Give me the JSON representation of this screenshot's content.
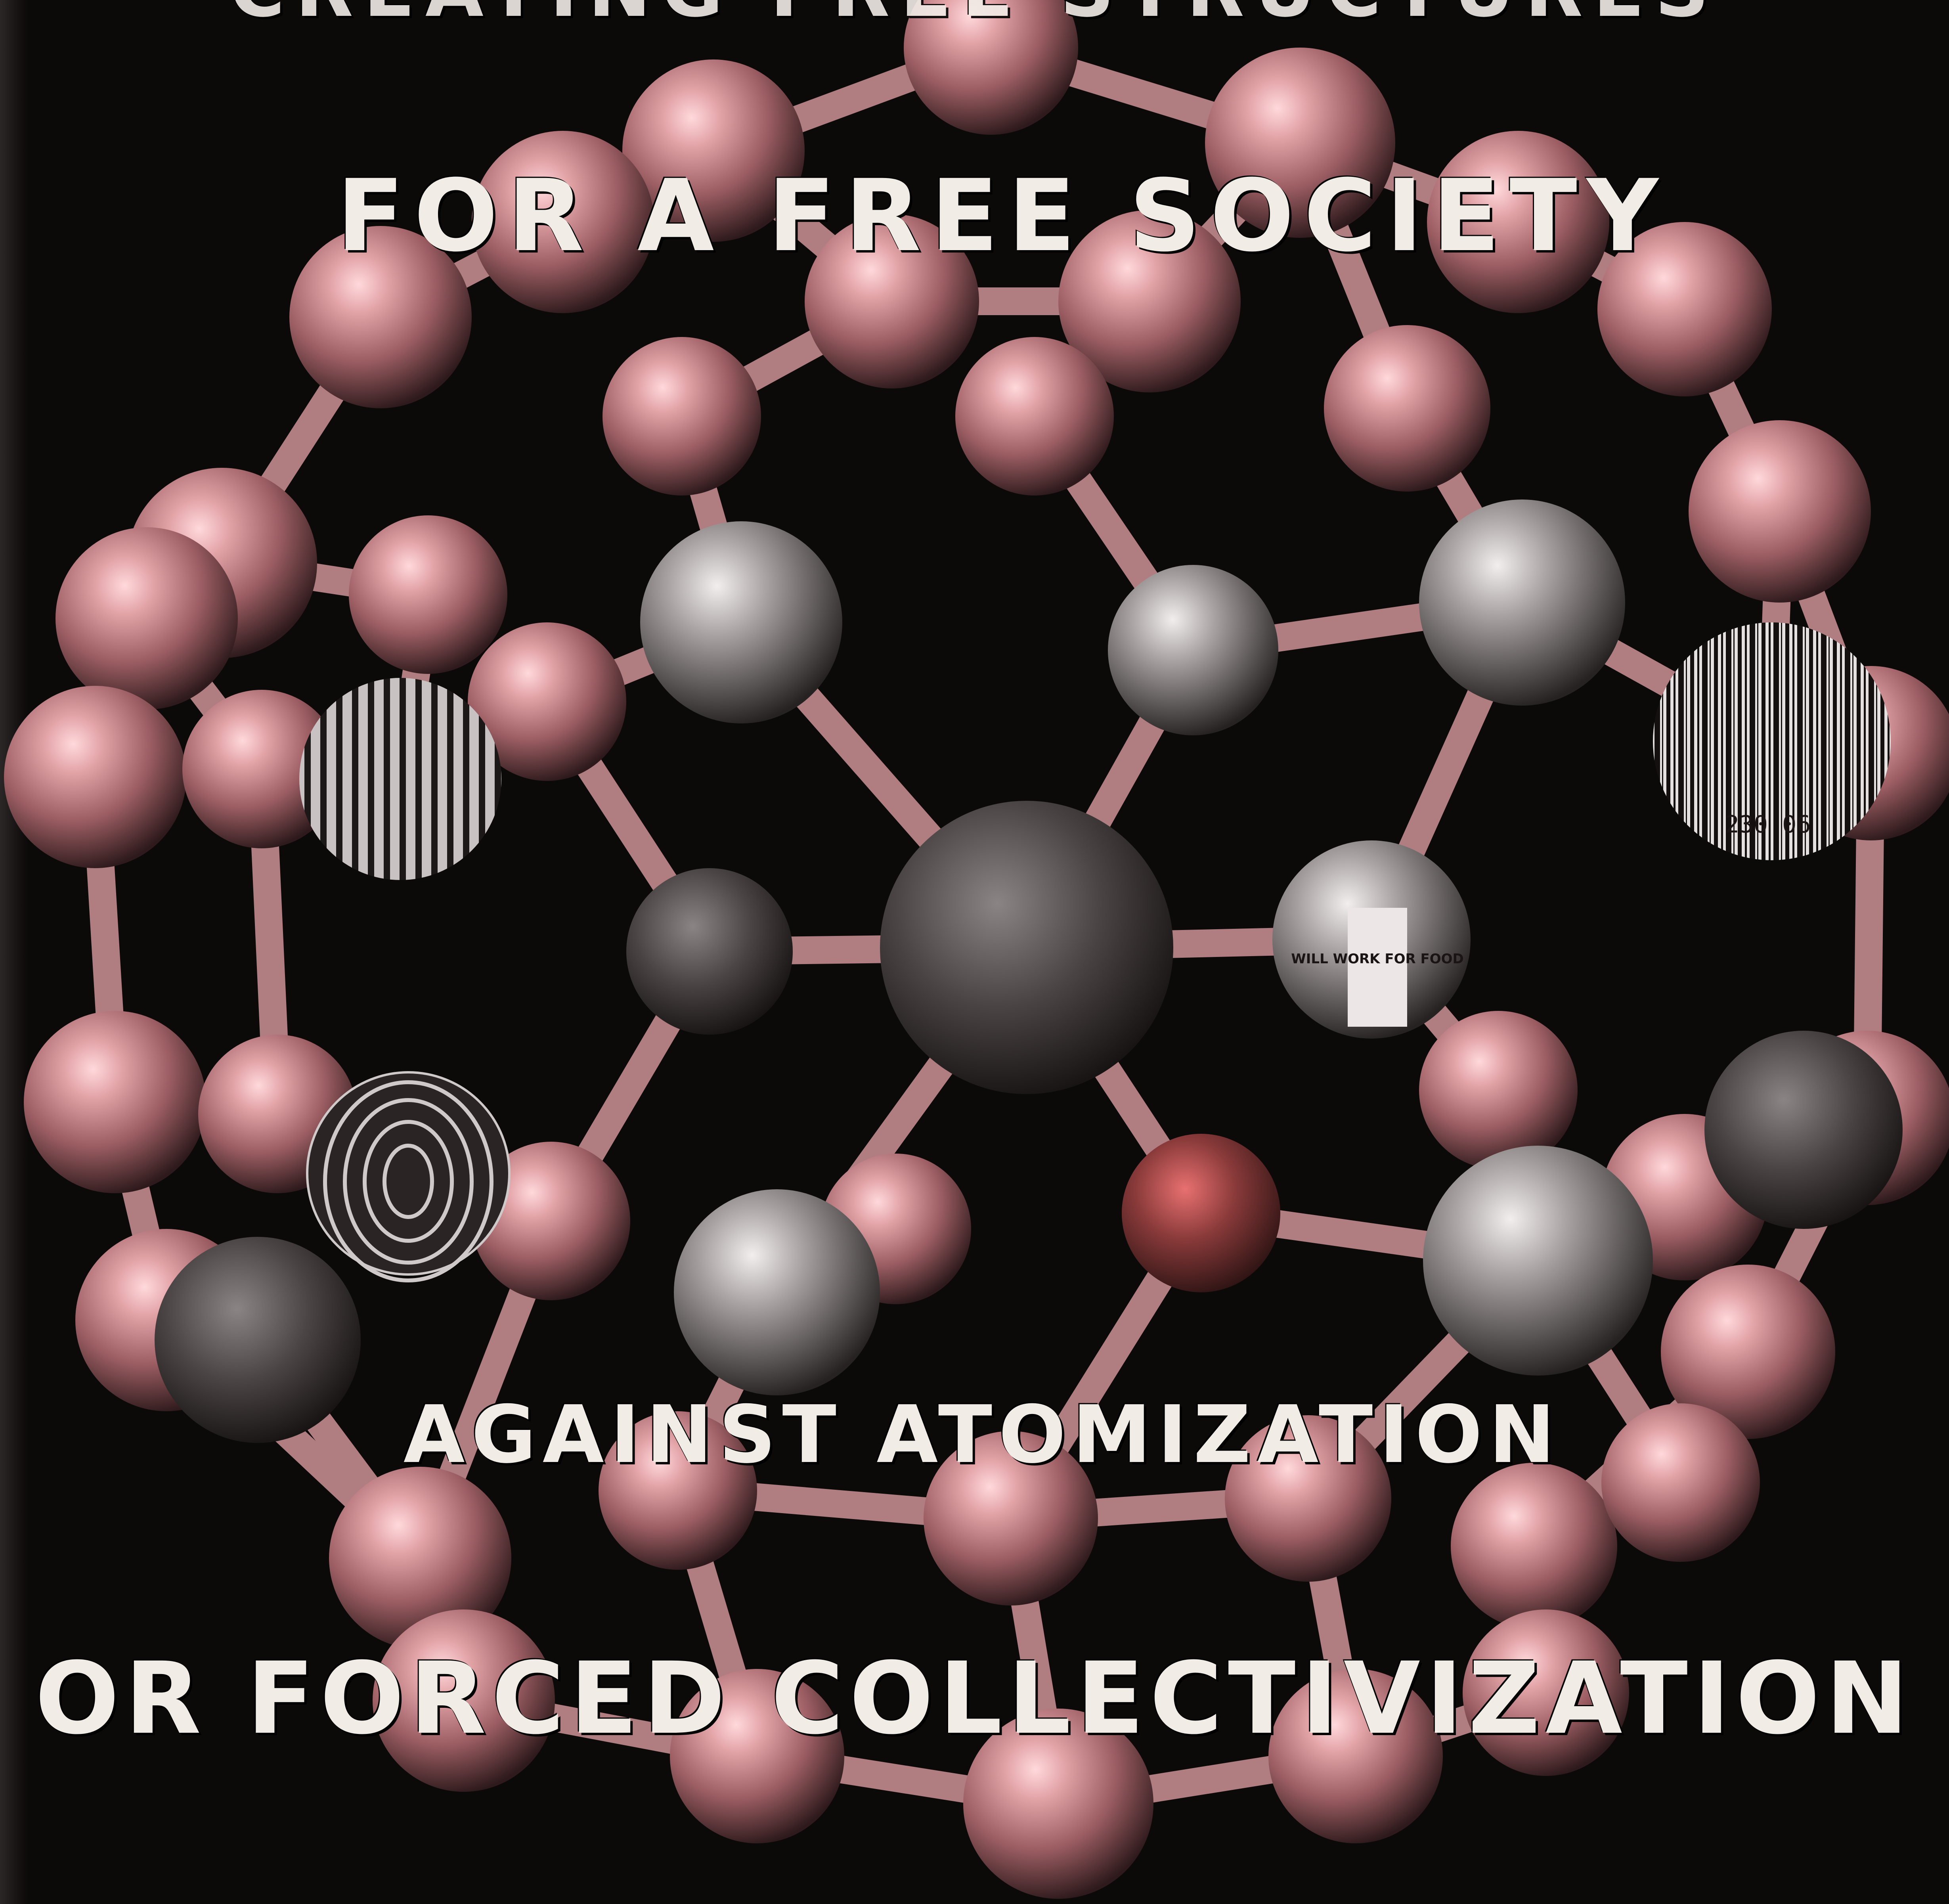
{
  "cover": {
    "headline_1": "CREATING FREE STRUCTURES",
    "headline_2": "FOR A FREE SOCIETY",
    "headline_3": "AGAINST ATOMIZATION",
    "headline_4": "OR FORCED COLLECTIVIZATION"
  },
  "image_labels": {
    "protest_sign": "WILL WORK FOR FOOD",
    "barcode_digits": "230 06"
  },
  "colors": {
    "background": "#0c0909",
    "atom": "#d89a9e",
    "bond": "#b98488",
    "text": "#f1ece6"
  },
  "icons": [
    "molecule-illustration",
    "fingerprint-icon",
    "barcode-icon",
    "prison-bars-icon",
    "crowd-photo"
  ]
}
